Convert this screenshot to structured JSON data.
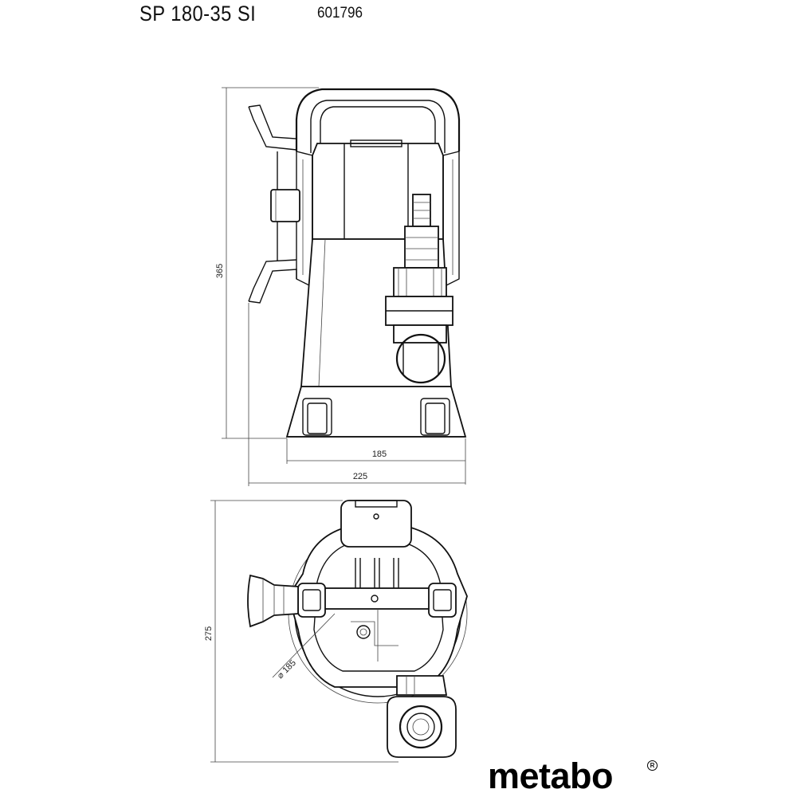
{
  "header": {
    "model": "SP 180-35 SI",
    "article_number": "601796"
  },
  "dimensions": {
    "height": "365",
    "base_width": "185",
    "total_width": "225",
    "depth": "275",
    "diameter": "⌀ 185"
  },
  "brand": {
    "name": "metabo",
    "registered": "R"
  }
}
